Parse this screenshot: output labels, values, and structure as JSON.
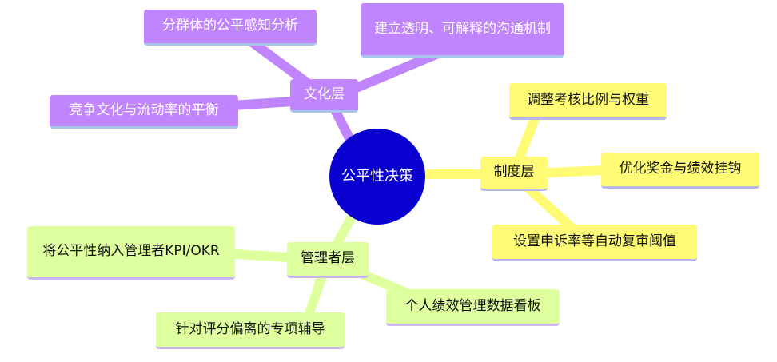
{
  "center": {
    "label": "公平性决策",
    "color": "#0a00cf"
  },
  "culture": {
    "label": "文化层",
    "color": "#c084fc",
    "children": [
      "分群体的公平感知分析",
      "建立透明、可解释的沟通机制",
      "竞争文化与流动率的平衡"
    ]
  },
  "system": {
    "label": "制度层",
    "color": "#fffb75",
    "children": [
      "调整考核比例与权重",
      "优化奖金与绩效挂钩",
      "设置申诉率等自动复审阈值"
    ]
  },
  "manager": {
    "label": "管理者层",
    "color": "#deff9e",
    "children": [
      "将公平性纳入管理者KPI/OKR",
      "个人绩效管理数据看板",
      "针对评分偏离的专项辅导"
    ]
  }
}
